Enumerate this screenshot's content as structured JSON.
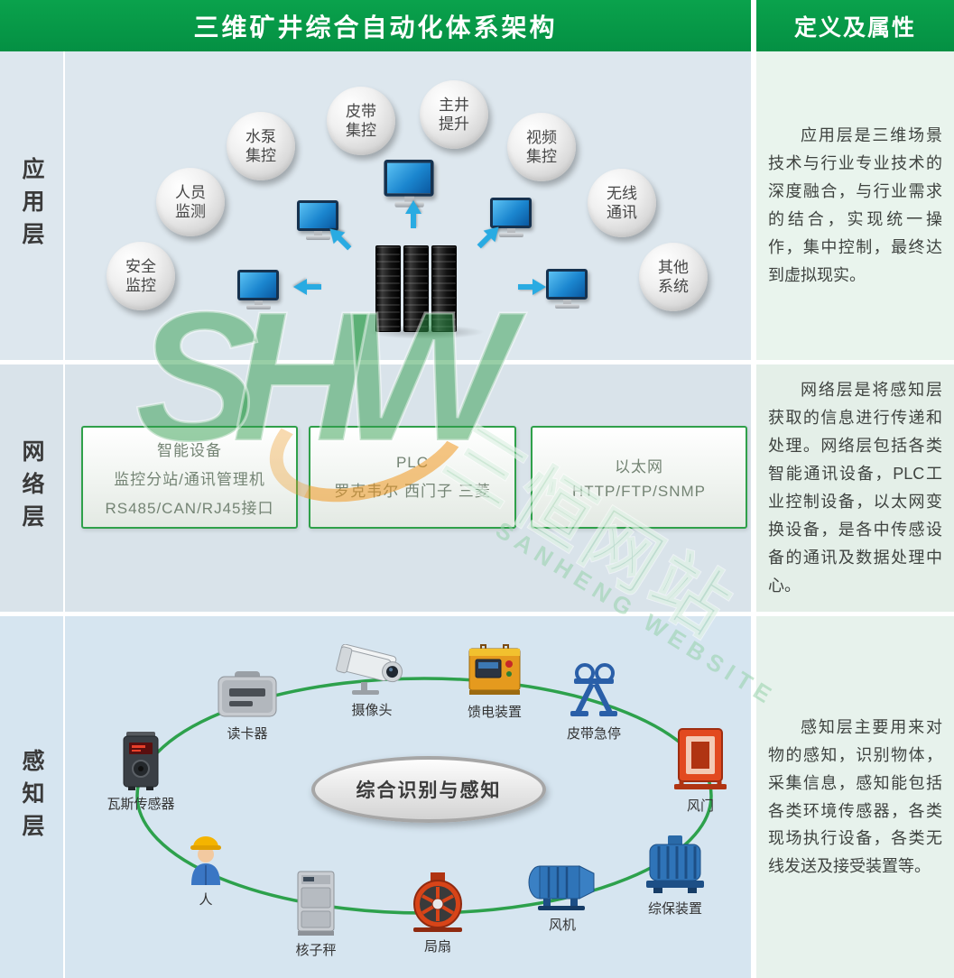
{
  "header": {
    "title": "三维矿井综合自动化体系架构",
    "right_title": "定义及属性"
  },
  "app_layer": {
    "label": "应用层",
    "description": "应用层是三维场景技术与行业专业技术的深度融合，与行业需求的结合，实现统一操作，集中控制，最终达到虚拟现实。",
    "bubbles": [
      "安全\n监控",
      "人员\n监测",
      "水泵\n集控",
      "皮带\n集控",
      "主井\n提升",
      "视频\n集控",
      "无线\n通讯",
      "其他\n系统"
    ]
  },
  "network_layer": {
    "label": "网络层",
    "description": "网络层是将感知层获取的信息进行传递和处理。网络层包括各类智能通讯设备，PLC工业控制设备，以太网变换设备，是各中传感设备的通讯及数据处理中心。",
    "boxes": [
      {
        "lines": [
          "智能设备",
          "监控分站/通讯管理机",
          "RS485/CAN/RJ45接口"
        ]
      },
      {
        "lines": [
          "PLC",
          "罗克韦尔 西门子 三菱"
        ]
      },
      {
        "lines": [
          "以太网",
          "HTTP/FTP/SNMP"
        ]
      }
    ]
  },
  "perception_layer": {
    "label": "感知层",
    "description": "感知层主要用来对物的感知，识别物体，采集信息，感知能包括各类环境传感器，各类现场执行设备，各类无线发送及接受装置等。",
    "center_label": "综合识别与感知",
    "devices": [
      {
        "label": "瓦斯传感器"
      },
      {
        "label": "读卡器"
      },
      {
        "label": "摄像头"
      },
      {
        "label": "馈电装置"
      },
      {
        "label": "皮带急停"
      },
      {
        "label": "风门"
      },
      {
        "label": "综保装置"
      },
      {
        "label": "风机"
      },
      {
        "label": "局扇"
      },
      {
        "label": "核子秤"
      },
      {
        "label": "人"
      }
    ]
  },
  "watermark": {
    "logo": "SHW",
    "cn": "三恒网站",
    "en": "SANHENG WEBSITE"
  },
  "colors": {
    "header_green": "#059a47",
    "box_border_green": "#2fa04a",
    "arrow_blue": "#29abe2",
    "row1_bg": "#dde7ee",
    "row2_bg": "#d9e3ea",
    "row3_bg": "#d6e5f0",
    "desc_bg": "#e9f4ed"
  }
}
